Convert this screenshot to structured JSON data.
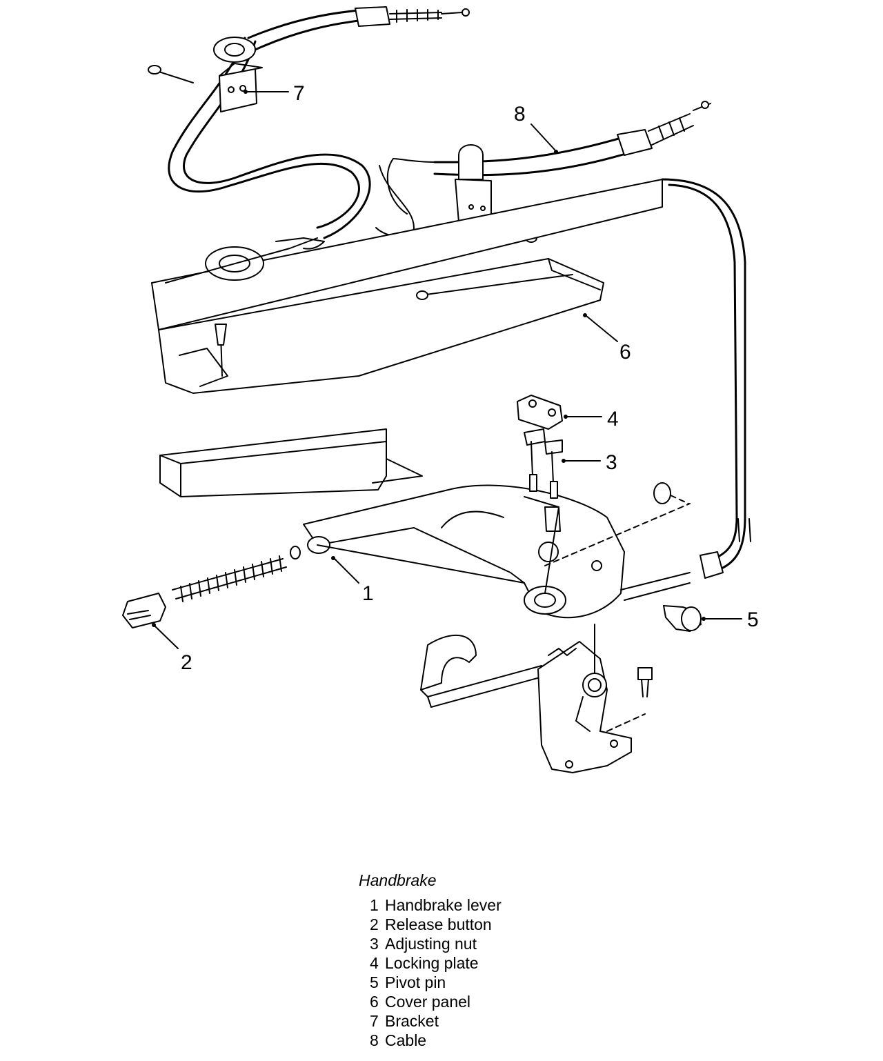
{
  "figure": {
    "callouts": [
      "1",
      "2",
      "3",
      "4",
      "5",
      "6",
      "7",
      "8"
    ],
    "caption_title": "Handbrake",
    "legend": [
      {
        "num": "1",
        "label": "Handbrake lever"
      },
      {
        "num": "2",
        "label": "Release button"
      },
      {
        "num": "3",
        "label": "Adjusting nut"
      },
      {
        "num": "4",
        "label": "Locking plate"
      },
      {
        "num": "5",
        "label": "Pivot pin"
      },
      {
        "num": "6",
        "label": "Cover panel"
      },
      {
        "num": "7",
        "label": "Bracket"
      },
      {
        "num": "8",
        "label": "Cable"
      }
    ]
  }
}
